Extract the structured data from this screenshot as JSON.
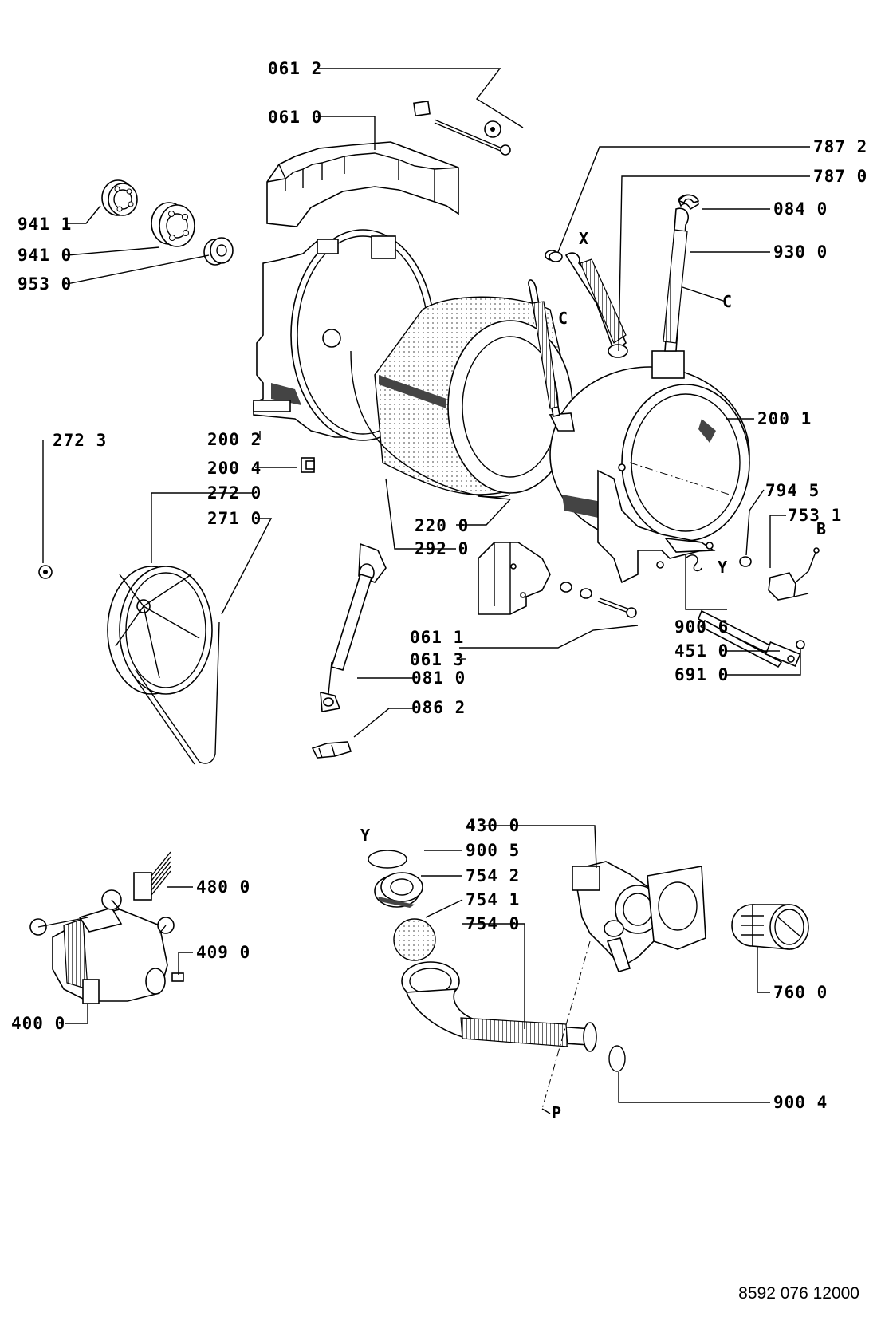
{
  "document_number": "8592 076 12000",
  "part_labels": {
    "p0612": "061 2",
    "p0610": "061 0",
    "p9411": "941 1",
    "p9410": "941 0",
    "p9530": "953 0",
    "p7872": "787 2",
    "p7870": "787 0",
    "p0840": "084 0",
    "p9300": "930 0",
    "p2001": "200 1",
    "p2723": "272 3",
    "p2002": "200 2",
    "p2004": "200 4",
    "p2720": "272 0",
    "p2710": "271 0",
    "p2200": "220 0",
    "p2920": "292 0",
    "p7945": "794 5",
    "p7531": "753 1",
    "p0611": "061 1",
    "p0613": "061 3",
    "p9006": "900 6",
    "p4510": "451 0",
    "p6910": "691 0",
    "p0810": "081 0",
    "p0862": "086 2",
    "p4300": "430 0",
    "p9005": "900 5",
    "p7542": "754 2",
    "p7541": "754 1",
    "p7540": "754 0",
    "p4800": "480 0",
    "p4090": "409 0",
    "p4000": "400 0",
    "p7600": "760 0",
    "p9004": "900 4"
  },
  "letter_markers": {
    "x": "X",
    "c1": "C",
    "c2": "C",
    "b": "B",
    "y1": "Y",
    "y2": "Y",
    "p": "P"
  }
}
